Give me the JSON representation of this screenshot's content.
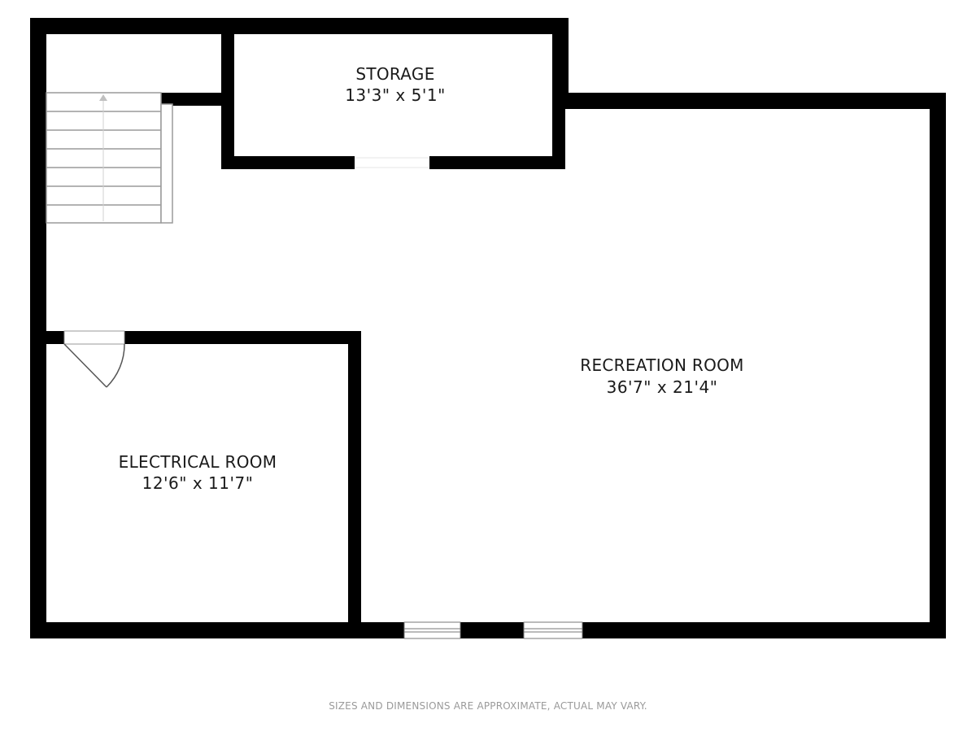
{
  "rooms": {
    "storage": {
      "name": "STORAGE",
      "dimensions": "13'3\" x 5'1\""
    },
    "recreation": {
      "name": "RECREATION ROOM",
      "dimensions": "36'7\" x 21'4\""
    },
    "electrical": {
      "name": "ELECTRICAL ROOM",
      "dimensions": "12'6\" x 11'7\""
    }
  },
  "footer": {
    "disclaimer": "SIZES AND DIMENSIONS ARE APPROXIMATE, ACTUAL MAY VARY."
  },
  "colors": {
    "wall": "#000000",
    "background": "#ffffff",
    "stair_line": "#9a9a9a",
    "disclaimer_text": "#9a9a9a"
  }
}
